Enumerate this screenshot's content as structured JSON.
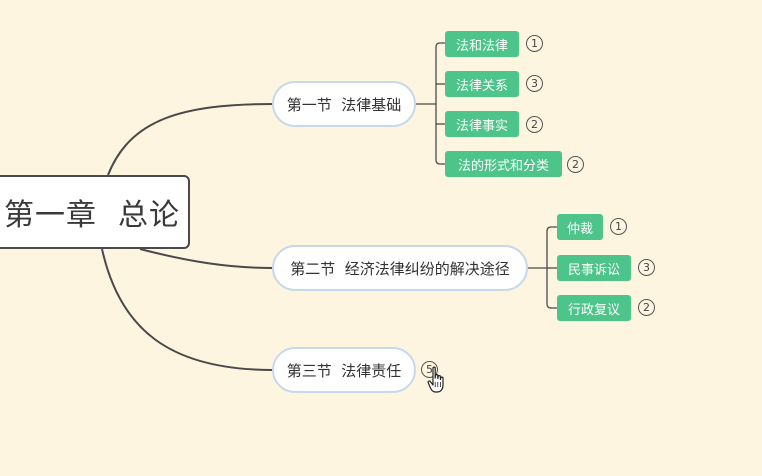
{
  "root": {
    "label": "第一章  总论"
  },
  "sections": [
    {
      "label": "第一节  法律基础",
      "badge": ""
    },
    {
      "label": "第二节  经济法律纠纷的解决途径",
      "badge": ""
    },
    {
      "label": "第三节  法律责任",
      "badge": "5"
    }
  ],
  "leaves": [
    {
      "label": "法和法律",
      "badge": "1"
    },
    {
      "label": "法律关系",
      "badge": "3"
    },
    {
      "label": "法律事实",
      "badge": "2"
    },
    {
      "label": "法的形式和分类",
      "badge": "2"
    },
    {
      "label": "仲裁",
      "badge": "1"
    },
    {
      "label": "民事诉讼",
      "badge": "3"
    },
    {
      "label": "行政复议",
      "badge": "2"
    }
  ],
  "colors": {
    "background": "#fdf5df",
    "leaf": "#4cc48a",
    "section_border": "#c6d9ea",
    "connector": "#4a4a4a"
  },
  "icons": {
    "cursor": "hand-pointer-icon"
  }
}
